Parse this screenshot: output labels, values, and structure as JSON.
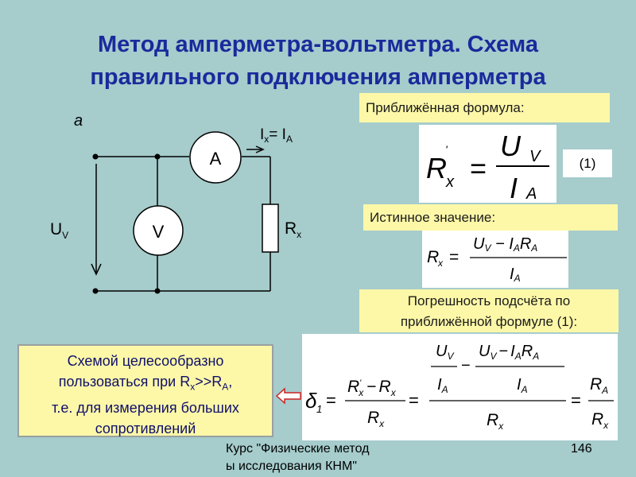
{
  "slide": {
    "title_line1": "Метод амперметра-вольтметра. Схема",
    "title_line2": "правильного подключения амперметра",
    "approx_label": "Приближённая формула:",
    "true_label": "Истинное значение:",
    "error_label_line1": "Погрешность подсчёта по",
    "error_label_line2": "приближённой формуле (1):",
    "formula_number": "(1)",
    "note_line1": "Схемой целесообразно",
    "note_line2_prefix": "пользоваться при R",
    "note_line2_sub1": "x",
    "note_line2_mid": ">>R",
    "note_line2_sub2": "A",
    "note_line2_suffix": ",",
    "note_line3": "т.е. для измерения больших",
    "note_line4": "сопротивлений",
    "footer_line1": "Курс \"Физические метод",
    "footer_line2": "ы исследования КНМ\"",
    "page_number": "146"
  },
  "circuit": {
    "label_a": "а",
    "ammeter": "A",
    "voltmeter": "V",
    "ix_label": "I",
    "ix_sub": "x",
    "ix_eq": "= I",
    "ix_sub2": "A",
    "uv_label": "U",
    "uv_sub": "V",
    "rx_label": "R",
    "rx_sub": "x"
  },
  "formulas": {
    "approx": {
      "R": "R",
      "prime": "'",
      "x": "x",
      "eq": "=",
      "U": "U",
      "V": "V",
      "I": "I",
      "A": "A"
    },
    "true": {
      "R": "R",
      "x": "x",
      "eq": "=",
      "num": "U",
      "num_v": "V",
      "num_minus": " − I",
      "num_a": "A",
      "num_r": "R",
      "num_ra": "A",
      "den": "I",
      "den_a": "A"
    },
    "error": {
      "delta": "δ",
      "delta_sub": "1",
      "eq": "=",
      "minus": "−",
      "Rx": "R",
      "x": "x",
      "prime": "'",
      "U": "U",
      "V": "V",
      "I": "I",
      "A": "A",
      "R": "R"
    }
  },
  "colors": {
    "title": "#1a2a9c",
    "yellow_box": "#fdf8a8",
    "background": "#a6cccc",
    "arrow": "#cc2222"
  }
}
